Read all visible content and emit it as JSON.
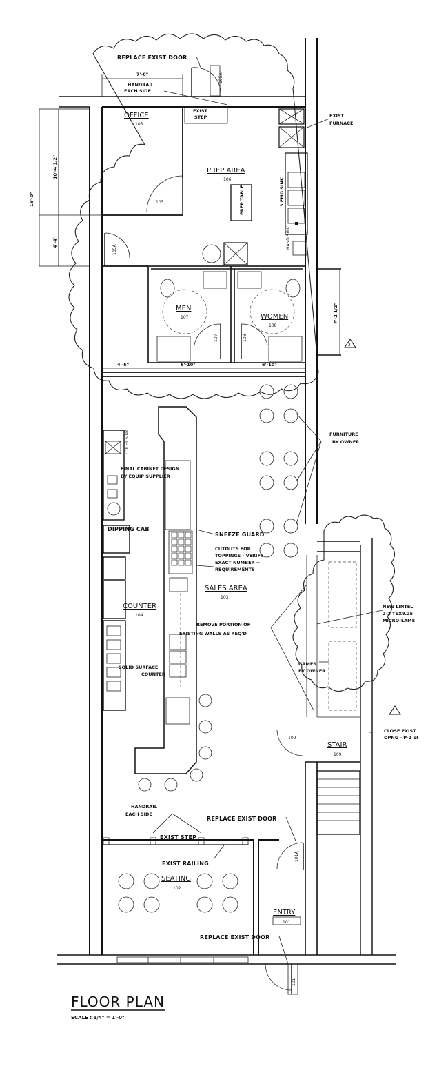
{
  "labels": {
    "replace_exist_door_top": "REPLACE EXIST DOOR",
    "dim_top": "7'-0\"",
    "handrail_each_side_top": "HANDRAIL\nEACH SIDE",
    "exist_step_top": "EXIST\nSTEP",
    "exist_furnace": "EXIST\nFURNACE",
    "prep_table": "PREP TABLE",
    "sinks": "3 FMG SINK",
    "hand_sink": "HAND\nSINK",
    "dim_left_total": "16'-0\"",
    "dim_left_a": "10'-4 1/2\"",
    "dim_left_b": "4'-4\"",
    "dim_right": "7'-2 1/2\"",
    "dim_bottom_a": "4'-5\"",
    "dim_bottom_b": "6'-10\"",
    "dim_bottom_c": "6'-10\"",
    "furniture_by_owner": "FURNITURE\nBY OWNER",
    "final_cabinet": "FINAL CABINET DESIGN\nBY EQUIP SUPPLIER",
    "dipping_cab": "DIPPING CAB",
    "sneeze_guard": "SNEEZE GUARD",
    "cutouts": "CUTOUTS FOR\nTOPPINGS - VERIFY\nEXACT NUMBER +\nREQUIREMENTS",
    "remove_portion": "REMOVE PORTION OF\nEXISTING WALLS AS REQ'D",
    "solid_surface": "SOLID SURFACE\nCOUNTER",
    "new_lintel": "NEW LINTEL\n2-2 TSX9.25\nMICRO-LAMS",
    "games": "GAMES\nBY OWNER",
    "close_exist": "CLOSE EXIST\nOPNG - P-2 SI",
    "handrail_each_side_bottom": "HANDRAIL\nEACH SIDE",
    "replace_exist_door_mid": "REPLACE EXIST DOOR",
    "exist_step_bottom": "EXIST STEP",
    "exist_railing": "EXIST RAILING",
    "replace_exist_door_bottom": "REPLACE EXIST DOOR",
    "toilet_sink": "TOILET\nSINK"
  },
  "rooms": {
    "office": {
      "name": "OFFICE",
      "number": "105"
    },
    "prep": {
      "name": "PREP AREA",
      "number": "106"
    },
    "men": {
      "name": "MEN",
      "number": "107"
    },
    "women": {
      "name": "WOMEN",
      "number": "108"
    },
    "sales": {
      "name": "SALES AREA",
      "number": "103"
    },
    "counter": {
      "name": "COUNTER",
      "number": "104"
    },
    "stair": {
      "name": "STAIR",
      "number": "109"
    },
    "seating": {
      "name": "SEATING",
      "number": "102"
    },
    "entry": {
      "name": "ENTRY",
      "number": "101"
    }
  },
  "door_tags": [
    "105A",
    "105",
    "108A",
    "107",
    "108",
    "109",
    "101A",
    "101"
  ],
  "revision_tag": "2",
  "title": "FLOOR PLAN",
  "scale": "SCALE : 1/4\" = 1'-0\""
}
